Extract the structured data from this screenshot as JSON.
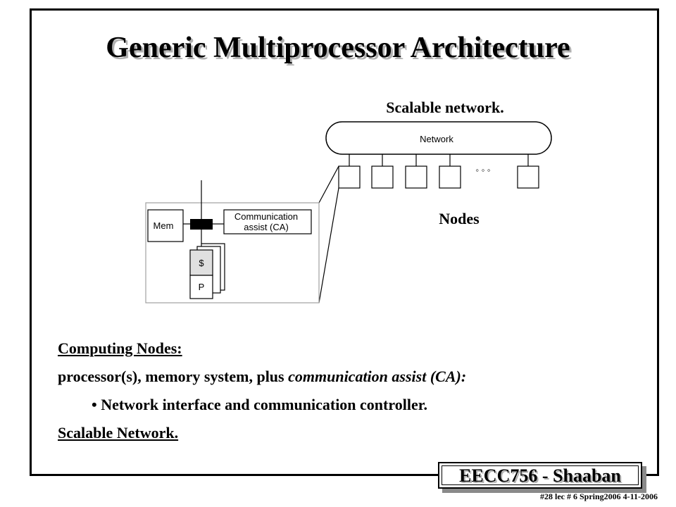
{
  "slide": {
    "title": "Generic Multiprocessor Architecture"
  },
  "diagram": {
    "scalable_network_label": "Scalable network.",
    "network_label": "Network",
    "ellipsis": "◦ ◦ ◦",
    "nodes_label": "Nodes",
    "mem_label": "Mem",
    "ca_label_line1": "Communication",
    "ca_label_line2": "assist (CA)",
    "cache_label": "$",
    "processor_label": "P"
  },
  "body": {
    "heading": "Computing Nodes:",
    "line_prefix": "processor(s),  memory system, plus ",
    "line_italic": "communication assist (CA):",
    "bullet_char": "•",
    "bullet_text": "Network interface and communication controller.",
    "closing": "Scalable Network."
  },
  "footer": {
    "course": "EECC756 - Shaaban",
    "footnote": "#28   lec # 6   Spring2006  4-11-2006"
  }
}
